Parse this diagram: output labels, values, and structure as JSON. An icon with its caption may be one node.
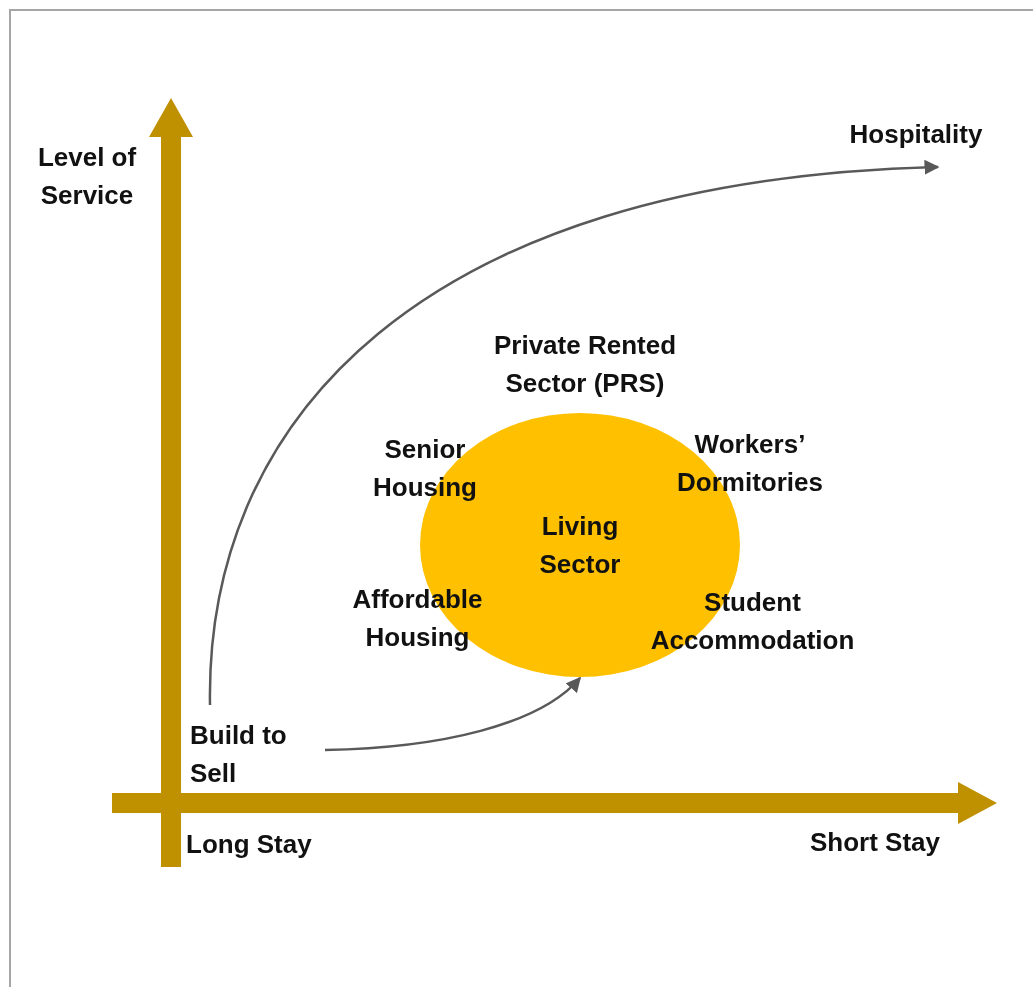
{
  "diagram": {
    "nodes": [
      {
        "text": [
          "Build to Sell"
        ]
      },
      {
        "text": [
          "Hospitality"
        ]
      },
      {
        "text": [
          "Living Sector"
        ]
      }
    ],
    "edges": [
      {
        "from": 0,
        "to": 1,
        "arrow": "to"
      },
      {
        "from": 0,
        "to": 2,
        "arrow": "to"
      }
    ],
    "labels": [
      "Level of Service",
      "Private Rented Sector (PRS)",
      "Senior Housing",
      "Workers’ Dormitories",
      "Affordable Housing",
      "Student Accommodation",
      "Long Stay",
      "Short Stay"
    ]
  }
}
